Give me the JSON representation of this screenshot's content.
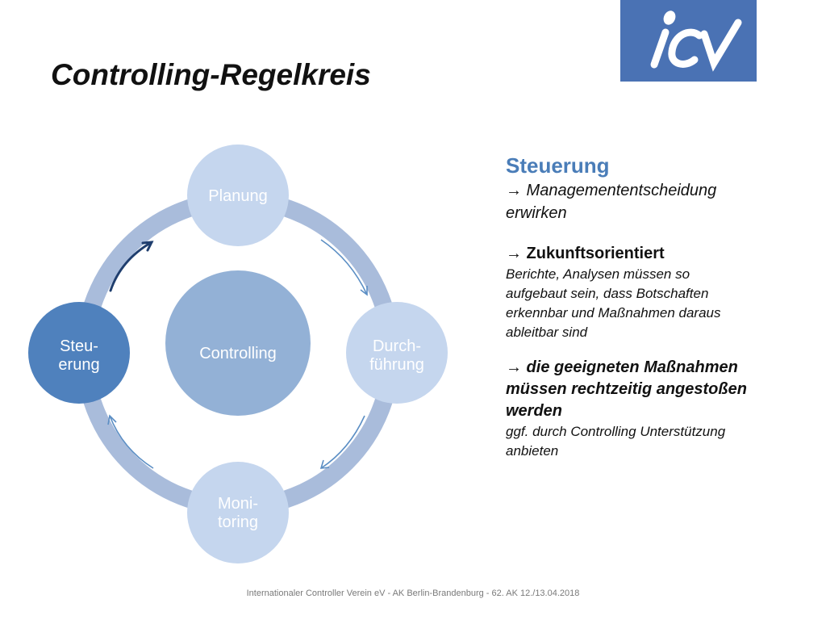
{
  "slide": {
    "title": "Controlling-Regelkreis",
    "logo_text": "icv",
    "footer": "Internationaler Controller Verein eV - AK Berlin-Brandenburg - 62. AK 12./13.04.2018"
  },
  "diagram": {
    "center_label": "Controlling",
    "nodes": [
      {
        "lines": [
          "Planung"
        ]
      },
      {
        "lines": [
          "Durch-",
          "führung"
        ]
      },
      {
        "lines": [
          "Moni-",
          "toring"
        ]
      },
      {
        "lines": [
          "Steu-",
          "erung"
        ]
      }
    ]
  },
  "right_panel": {
    "heading": "Steuerung",
    "line1": "→ Managemententscheidung",
    "line2": "erwirken",
    "point1_title": "→ Zukunftsorientiert",
    "point1_text": [
      "Berichte, Analysen müssen so",
      "aufgebaut sein, dass Botschaften",
      "erkennbar und Maßnahmen daraus",
      "ableitbar sind"
    ],
    "point2_title": [
      "→ die geeigneten Maßnahmen",
      "müssen rechtzeitig angestoßen",
      "werden"
    ],
    "point2_text": [
      "ggf. durch Controlling Unterstützung",
      "anbieten"
    ]
  },
  "colors": {
    "ring": "#a9bcdb",
    "node_light": "#c5d6ee",
    "node_dark": "#4f81bd",
    "center": "#93b1d6",
    "arrow_light": "#5b8ec4",
    "arrow_dark": "#1f3e6e",
    "logo_bg": "#4a72b4",
    "heading": "#4a7db8"
  }
}
